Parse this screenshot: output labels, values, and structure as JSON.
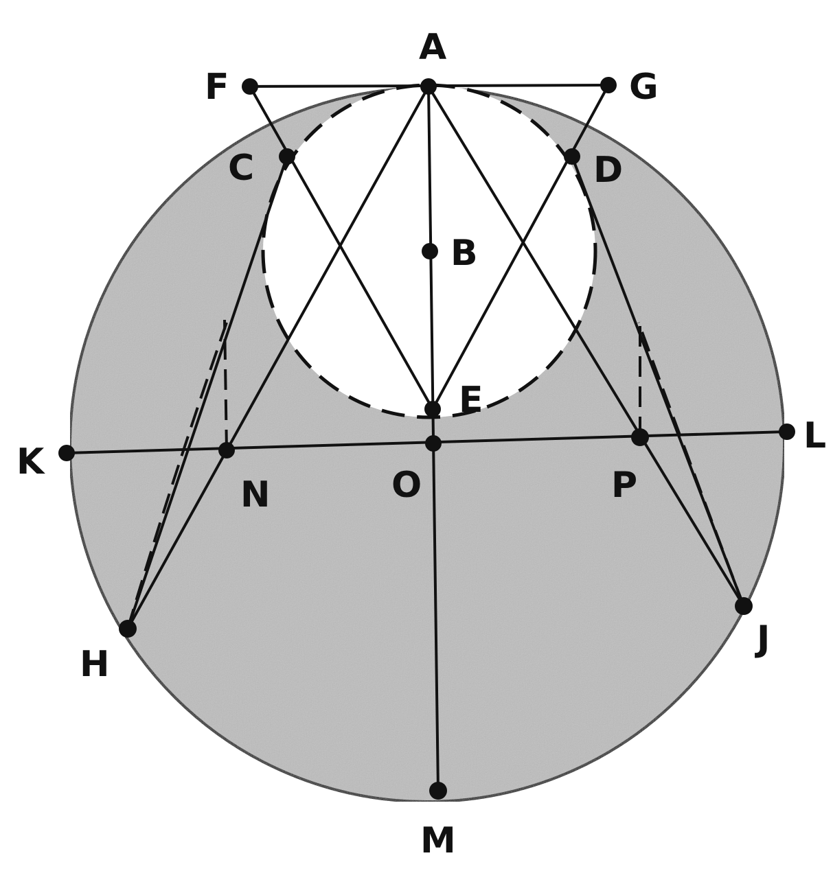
{
  "diagram": {
    "colors": {
      "shading": "#bdbdbd",
      "stroke": "#111111",
      "inner_fill": "#ffffff",
      "background": "#ffffff"
    },
    "points": {
      "A": "A",
      "B": "B",
      "C": "C",
      "D": "D",
      "E": "E",
      "F": "F",
      "G": "G",
      "H": "H",
      "J": "J",
      "K": "K",
      "L": "L",
      "M": "M",
      "N": "N",
      "O": "O",
      "P": "P"
    }
  }
}
